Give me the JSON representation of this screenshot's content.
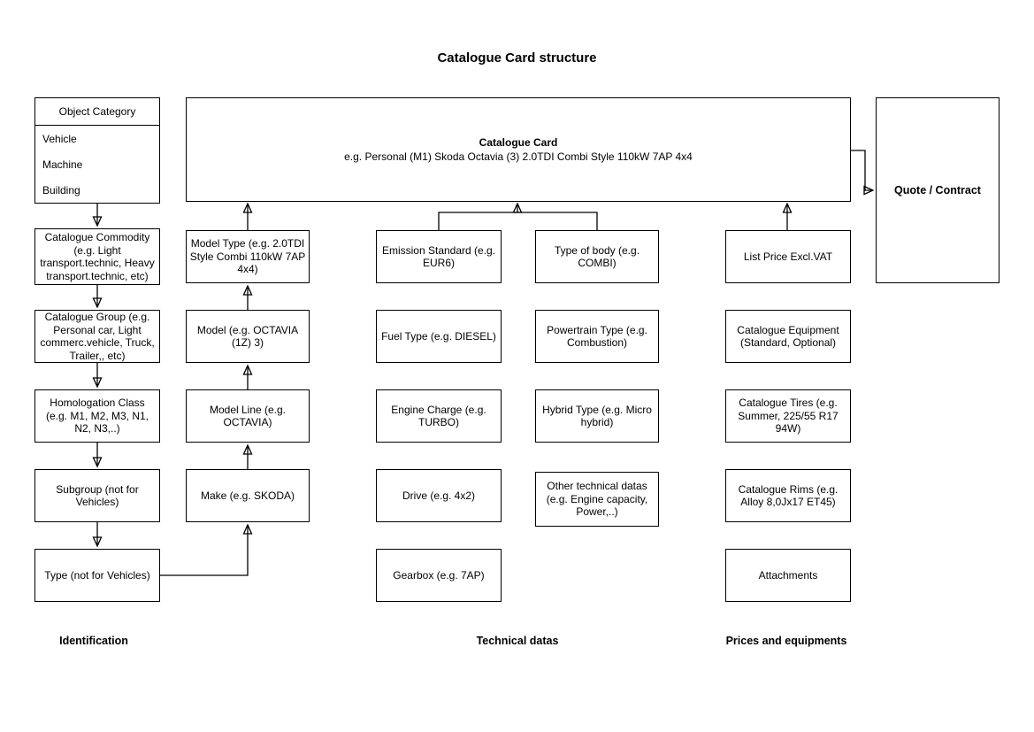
{
  "title": "Catalogue Card structure",
  "catalogue_card": {
    "name": "Catalogue Card",
    "example": "e.g. Personal (M1) Skoda Octavia (3) 2.0TDI Combi Style 110kW 7AP 4x4"
  },
  "quote_contract": {
    "label": "Quote / Contract"
  },
  "object_category": {
    "header": "Object Category",
    "items": [
      "Vehicle",
      "Machine",
      "Building"
    ]
  },
  "identification": {
    "label": "Identification",
    "commodity": "Catalogue Commodity (e.g. Light transport.technic, Heavy transport.technic, etc)",
    "group": "Catalogue Group (e.g. Personal car, Light commerc.vehicle, Truck, Trailer,, etc)",
    "homologation": "Homologation Class (e.g. M1, M2, M3, N1, N2, N3,..)",
    "subgroup": "Subgroup (not for Vehicles)",
    "type": "Type (not for Vehicles)"
  },
  "model_chain": {
    "model_type": "Model Type (e.g. 2.0TDI Style Combi 110kW 7AP 4x4)",
    "model": "Model (e.g. OCTAVIA (1Z) 3)",
    "model_line": "Model Line (e.g. OCTAVIA)",
    "make": "Make (e.g. SKODA)"
  },
  "technical": {
    "label": "Technical datas",
    "emission": "Emission Standard (e.g. EUR6)",
    "fuel": "Fuel Type (e.g. DIESEL)",
    "engine_charge": "Engine Charge (e.g. TURBO)",
    "drive": "Drive (e.g. 4x2)",
    "gearbox": "Gearbox (e.g. 7AP)",
    "body": "Type of body (e.g. COMBI)",
    "powertrain": "Powertrain Type (e.g. Combustion)",
    "hybrid": "Hybrid Type (e.g. Micro hybrid)",
    "other": "Other technical datas (e.g. Engine capacity, Power,..)"
  },
  "prices": {
    "label": "Prices and equipments",
    "list_price": "List Price Excl.VAT",
    "equipment": "Catalogue Equipment (Standard, Optional)",
    "tires": "Catalogue Tires (e.g. Summer, 225/55 R17 94W)",
    "rims": "Catalogue Rims (e.g. Alloy 8,0Jx17 ET45)",
    "attachments": "Attachments"
  },
  "colors": {
    "stroke": "#000000",
    "background": "#ffffff",
    "text": "#000000"
  }
}
